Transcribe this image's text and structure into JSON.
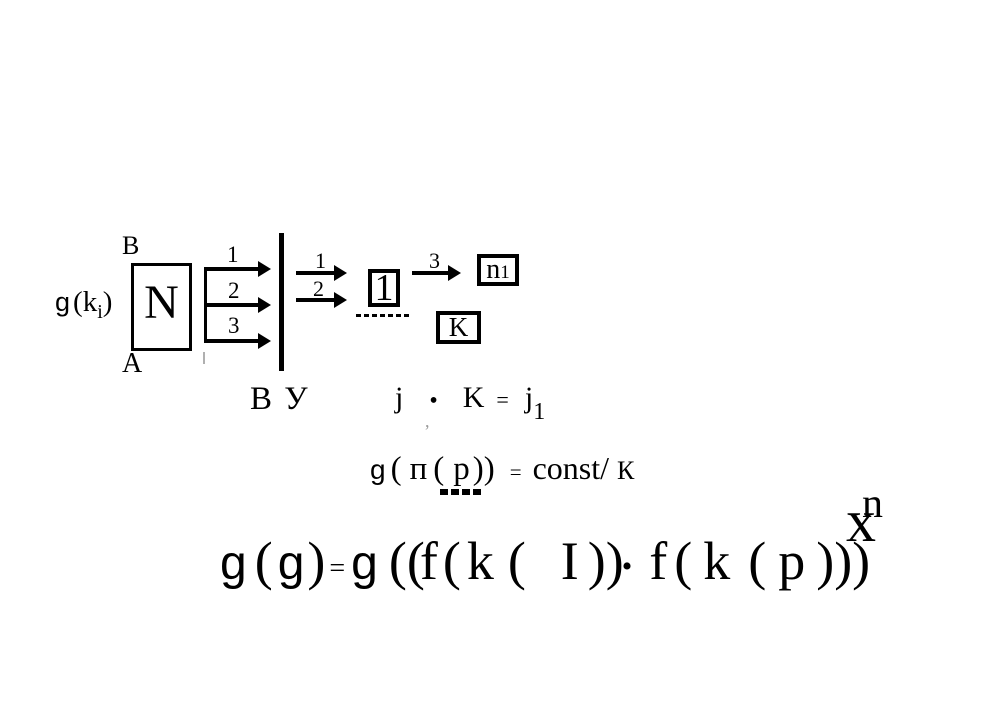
{
  "background": "#ffffff",
  "ink": "#000000",
  "diagram": {
    "input_label": {
      "g": "g",
      "open_k": "(k",
      "sub_i": "i",
      "close": ")"
    },
    "corner_top": "B",
    "n_box_label": "N",
    "corner_bottom": "A",
    "stage1_arrows": [
      "1",
      "2",
      "3"
    ],
    "stage2_arrows": [
      "1",
      "2"
    ],
    "unit_box_label": "1",
    "stage3_arrow_label": "3",
    "n1_box": {
      "base": "n",
      "sub": "1"
    },
    "k_box_label": "K",
    "vu_label": "В У"
  },
  "formulas": {
    "eq_jk": {
      "j": "j",
      "dot": "•",
      "k": "K",
      "equals": "=",
      "j1_base": "j",
      "j1_sub": "1"
    },
    "stray_mark": ",",
    "eq_gp": {
      "g": "g",
      "open_a": "(",
      "pi": "п",
      "open_b": "(",
      "p": "p",
      "close": "))",
      "equals": "=",
      "rhs": "const/",
      "rhs_k": "К"
    },
    "eq_main": {
      "g1": "g",
      "open1": "(",
      "g2": "g",
      "close1": ")",
      "equals": "=",
      "g3": "g",
      "open2": "((",
      "f1": "f",
      "open3": "(",
      "k1": "k",
      "open4": "(",
      "i": "I",
      "close2": "))",
      "dot": "•",
      "f2": "f",
      "open5": "(",
      "k2": "k",
      "open6": "(",
      "p": "p",
      "close3": ")))",
      "base": "x",
      "exponent": "n"
    }
  }
}
